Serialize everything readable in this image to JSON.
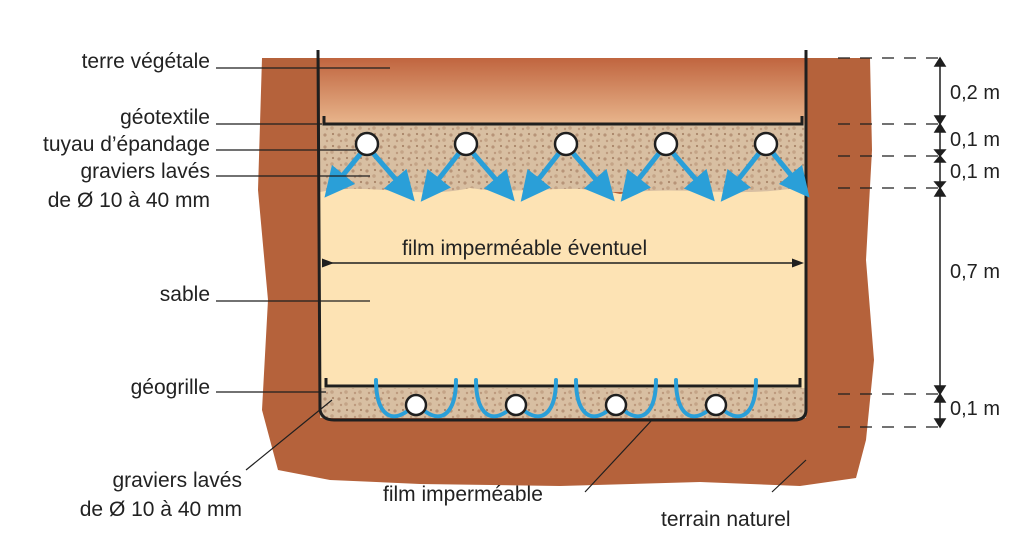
{
  "labels": {
    "terre": "terre végétale",
    "geotextile": "géotextile",
    "tuyau": "tuyau d’épandage",
    "graviers_top_1": "graviers lavés",
    "graviers_top_2": "de Ø 10 à 40 mm",
    "film_eventuel": "film imperméable éventuel",
    "sable": "sable",
    "geogrille": "géogrille",
    "graviers_bottom_1": "graviers lavés",
    "graviers_bottom_2": "de Ø 10 à 40 mm",
    "film": "film imperméable",
    "terrain": "terrain naturel"
  },
  "dimensions": [
    "0,2 m",
    "0,1 m",
    "0,1 m",
    "0,7 m",
    "0,1 m"
  ],
  "colors": {
    "soil": "#b8643c",
    "topsoil": "#c8734a",
    "gravel": "#d7bc9e",
    "sand": "#fde3b3",
    "water": "#2a9fd8",
    "line": "#1f1f1f"
  }
}
